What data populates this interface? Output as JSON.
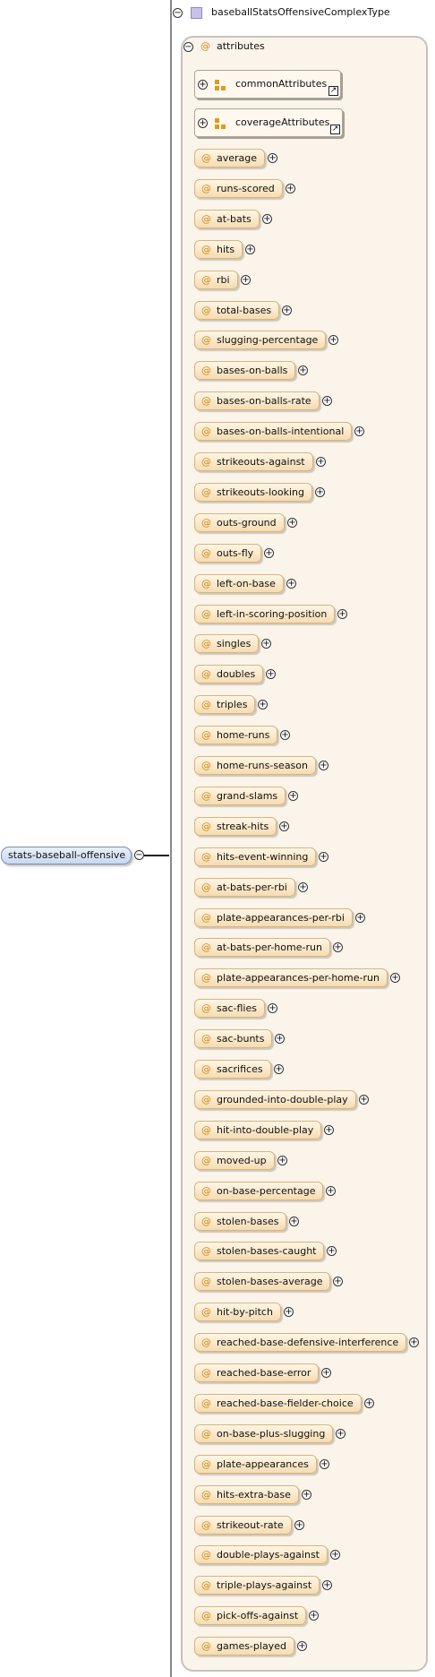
{
  "element": {
    "name": "stats-baseball-offensive",
    "collapse_glyph": "−"
  },
  "complex_type": {
    "name": "baseballStatsOffensiveComplexType",
    "collapse_glyph": "−",
    "icon": "complex-type-icon"
  },
  "attributes_group": {
    "label": "attributes",
    "at_symbol": "@",
    "collapse_glyph": "−"
  },
  "attribute_groups": [
    {
      "label": "commonAttributes",
      "expand_glyph": "+",
      "link_glyph": "↗",
      "icon": "attribute-group-icon"
    },
    {
      "label": "coverageAttributes",
      "expand_glyph": "+",
      "link_glyph": "↗",
      "icon": "attribute-group-icon"
    }
  ],
  "attributes": [
    "average",
    "runs-scored",
    "at-bats",
    "hits",
    "rbi",
    "total-bases",
    "slugging-percentage",
    "bases-on-balls",
    "bases-on-balls-rate",
    "bases-on-balls-intentional",
    "strikeouts-against",
    "strikeouts-looking",
    "outs-ground",
    "outs-fly",
    "left-on-base",
    "left-in-scoring-position",
    "singles",
    "doubles",
    "triples",
    "home-runs",
    "home-runs-season",
    "grand-slams",
    "streak-hits",
    "hits-event-winning",
    "at-bats-per-rbi",
    "plate-appearances-per-rbi",
    "at-bats-per-home-run",
    "plate-appearances-per-home-run",
    "sac-flies",
    "sac-bunts",
    "sacrifices",
    "grounded-into-double-play",
    "hit-into-double-play",
    "moved-up",
    "on-base-percentage",
    "stolen-bases",
    "stolen-bases-caught",
    "stolen-bases-average",
    "hit-by-pitch",
    "reached-base-defensive-interference",
    "reached-base-error",
    "reached-base-fielder-choice",
    "on-base-plus-slugging",
    "plate-appearances",
    "hits-extra-base",
    "strikeout-rate",
    "double-plays-against",
    "triple-plays-against",
    "pick-offs-against",
    "games-played"
  ],
  "attribute_at_symbol": "@",
  "attribute_expand_glyph": "+",
  "colors": {
    "attribute_fill": "#f5dcb2",
    "element_fill": "#c9d9f0",
    "accent": "#d38a17"
  }
}
